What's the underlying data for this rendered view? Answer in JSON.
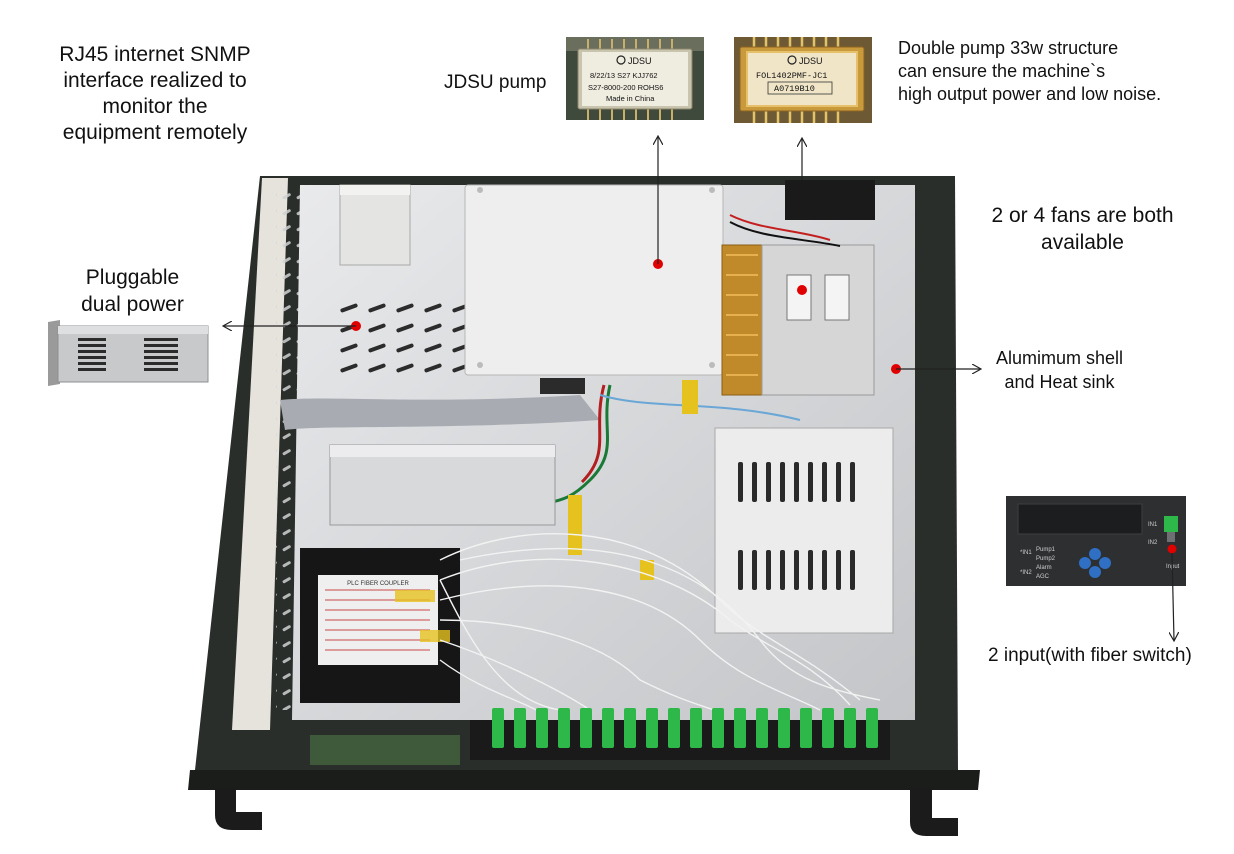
{
  "annotations": {
    "rj45": [
      "RJ45 internet SNMP",
      "interface realized to",
      "monitor the",
      "equipment remotely"
    ],
    "jdsu_pump": "JDSU pump",
    "double_pump": [
      "Double pump 33w structure",
      "can ensure the machine`s",
      "high output power and low noise."
    ],
    "fans": [
      "2 or 4 fans are both",
      "available"
    ],
    "power": [
      "Pluggable",
      "dual power"
    ],
    "shell": [
      "Alumimum shell",
      "and Heat sink"
    ],
    "input": "2 input(with fiber switch)"
  },
  "pump1_label": {
    "brand": "JDSU",
    "line1": "8/22/13 S27 KJJ762",
    "line2": "S27-8000-200    ROHS6",
    "line3": "Made in China"
  },
  "pump2_label": {
    "brand": "JDSU",
    "line1": "FOL1402PMF-JC1",
    "line2": "A0719B10"
  },
  "front_panel": {
    "in1": "IN1",
    "in2": "IN2",
    "pump1": "Pump1",
    "pump2": "Pump2",
    "alarm": "Alarm",
    "agc": "AGC",
    "input": "Input"
  },
  "coupler_label": "PLC FIBER COUPLER",
  "colors": {
    "marker": "#e00000",
    "fiber_connector": "#2fb84a",
    "chassis": "#2a2e2a",
    "aluminium": "#d9dadc"
  }
}
